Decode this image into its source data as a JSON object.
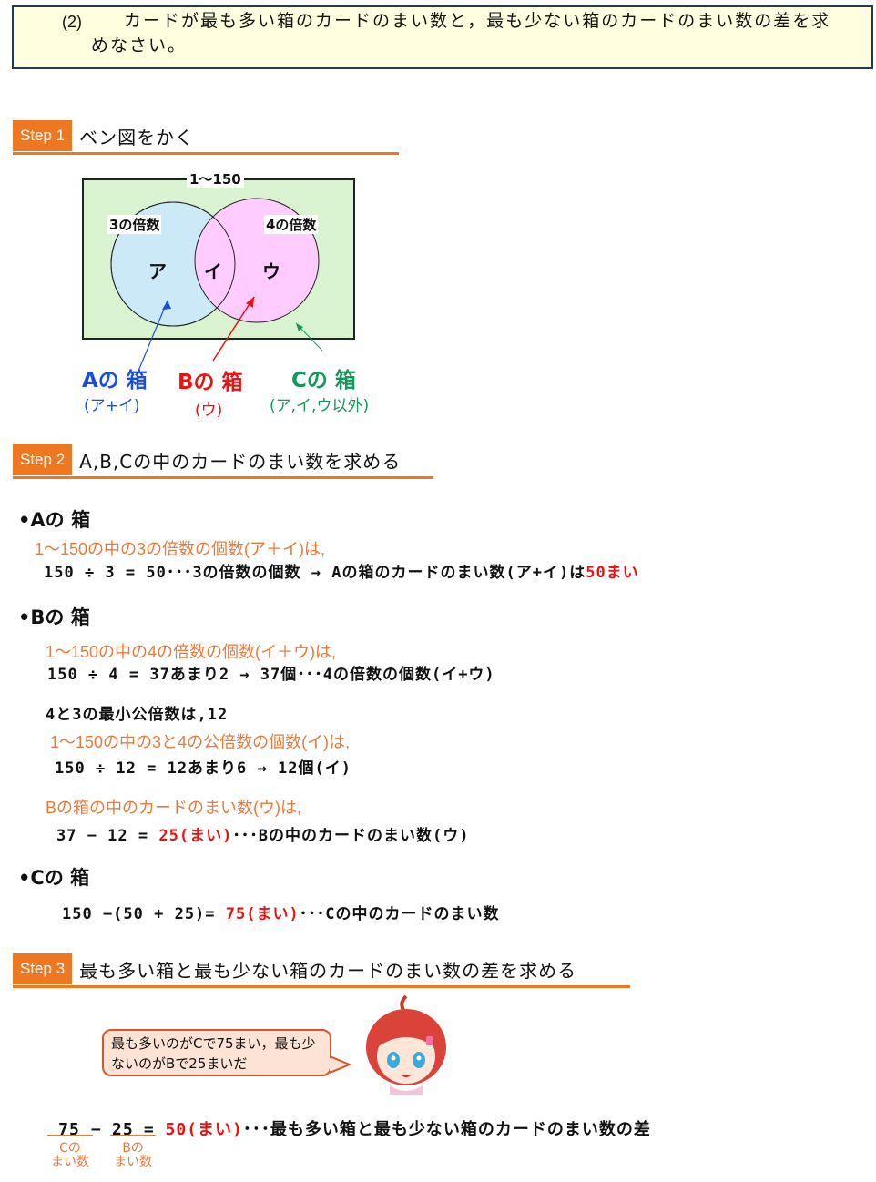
{
  "question": {
    "number": "(2)",
    "text": "カードが最も多い箱のカードのまい数と，最も少ない箱のカードのまい数の差を求めなさい。"
  },
  "step1": {
    "tag": "Step 1",
    "title": "ベン図をかく"
  },
  "venn": {
    "range": "1〜150",
    "left_label": "3の倍数",
    "right_label": "4の倍数",
    "region_a": "ア",
    "region_i": "イ",
    "region_u": "ウ",
    "box_a": "Aの 箱",
    "box_a_sub": "(ア+イ)",
    "box_b": "Bの 箱",
    "box_b_sub": "(ウ)",
    "box_c": "Cの 箱",
    "box_c_sub": "(ア,イ,ウ以外)",
    "colors": {
      "left_circle": "#cce9f7",
      "right_circle": "#ffccff",
      "outer": "#d9f2d0",
      "a": "#1a4fd8",
      "b": "#ee1111",
      "c": "#11995a"
    }
  },
  "step2": {
    "tag": "Step 2",
    "title": "A,B,Cの中のカードのまい数を求める"
  },
  "a_section": {
    "heading": "•Aの 箱",
    "note": "1〜150の中の3の倍数の個数(ア＋イ)は,",
    "calc": "150 ÷ 3 = 50･･･3の倍数の個数  →  Aの箱のカードのまい数(ア+イ)は",
    "result": "50まい"
  },
  "b_section": {
    "heading": "•Bの 箱",
    "note1": "1〜150の中の4の倍数の個数(イ＋ウ)は,",
    "calc1": "150 ÷ 4 = 37あまり2 → 37個･･･4の倍数の個数(イ+ウ)",
    "lcm": "4と3の最小公倍数は,12",
    "note2": "1〜150の中の3と4の公倍数の個数(イ)は,",
    "calc2": "150 ÷ 12 = 12あまり6 → 12個(イ)",
    "note3": "Bの箱の中のカードのまい数(ウ)は,",
    "calc3_pre": "37 − 12 = ",
    "calc3_result": "25(まい)",
    "calc3_post": "･･･Bの中のカードのまい数(ウ)"
  },
  "c_section": {
    "heading": "•Cの 箱",
    "calc_pre": "150 −(50 + 25)= ",
    "calc_result": "75(まい)",
    "calc_post": "･･･Cの中のカードのまい数"
  },
  "step3": {
    "tag": "Step 3",
    "title": "最も多い箱と最も少ない箱のカードのまい数の差を求める"
  },
  "bubble": {
    "text": "最も多いのがCで75まい，最も少ないのがBで25まいだ"
  },
  "final": {
    "n1": "75",
    "minus": "−",
    "n2": "25",
    "eq": "=",
    "result": "50(まい)",
    "post": "･･･最も多い箱と最も少ない箱のカードのまい数の差",
    "sub1": "Cの\nまい数",
    "sub1a": "Cの",
    "sub1b": "まい数",
    "sub2a": "Bの",
    "sub2b": "まい数"
  }
}
